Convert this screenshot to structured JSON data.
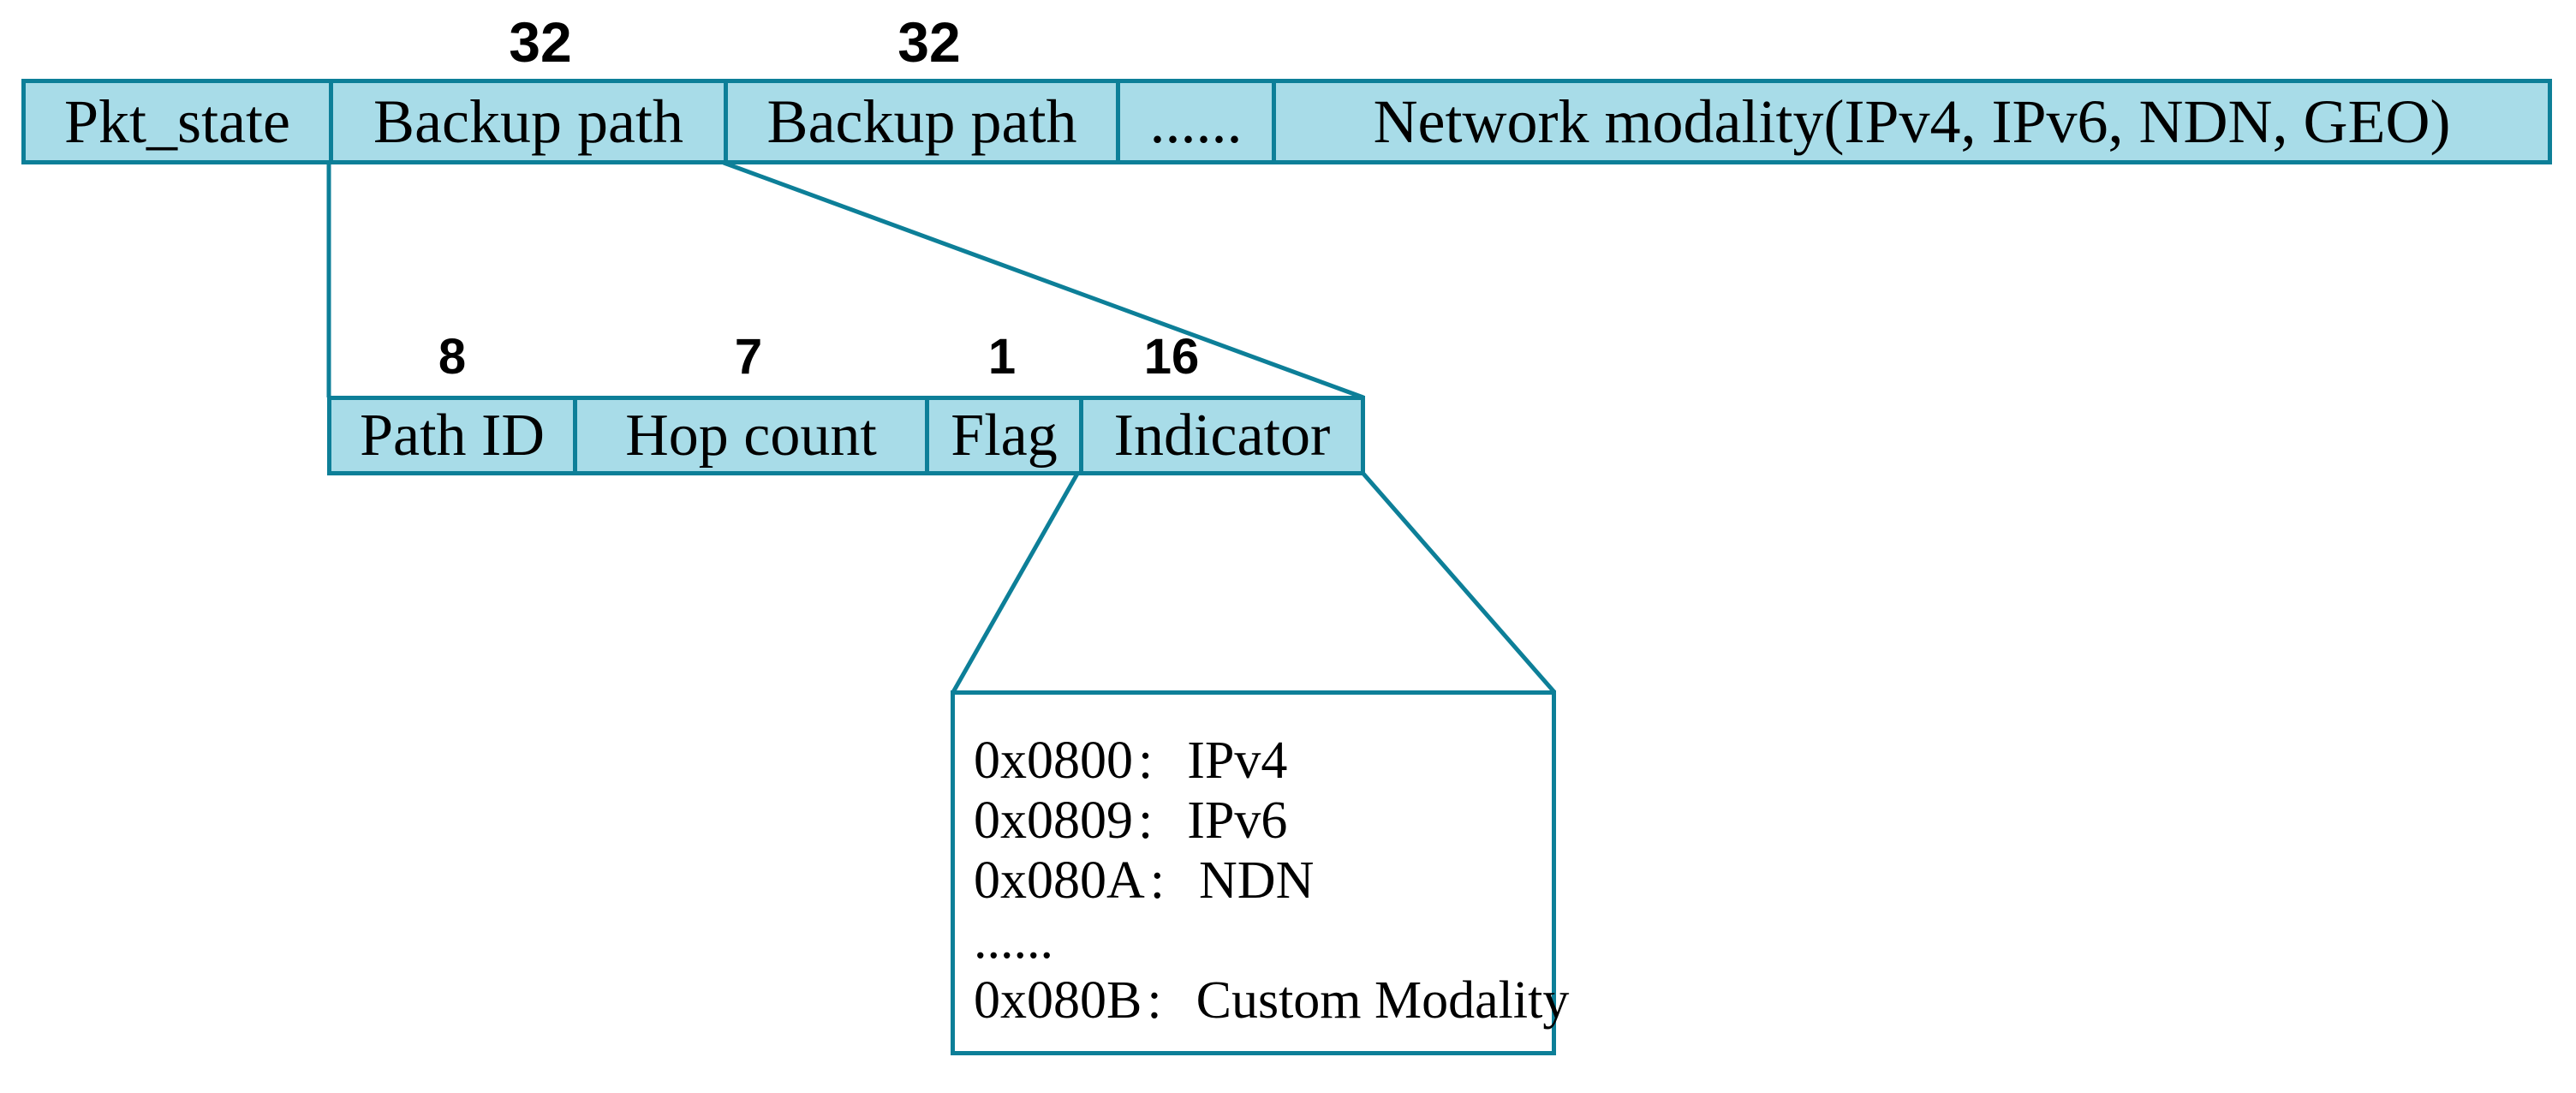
{
  "diagram": {
    "packet_row": {
      "cells": [
        {
          "label": "Pkt_state",
          "bits": ""
        },
        {
          "label": "Backup path",
          "bits": "32"
        },
        {
          "label": "Backup path",
          "bits": "32"
        },
        {
          "label": "......",
          "bits": ""
        },
        {
          "label": "Network modality(IPv4, IPv6, NDN, GEO)",
          "bits": ""
        }
      ]
    },
    "backup_path_row": {
      "cells": [
        {
          "label": "Path ID",
          "bits": "8"
        },
        {
          "label": "Hop count",
          "bits": "7"
        },
        {
          "label": "Flag",
          "bits": "1"
        },
        {
          "label": "Indicator",
          "bits": "16"
        }
      ]
    },
    "indicator_legend": {
      "entries": [
        {
          "code": "0x0800",
          "sep": ":",
          "name": "IPv4"
        },
        {
          "code": "0x0809",
          "sep": ":",
          "name": "IPv6"
        },
        {
          "code": "0x080A",
          "sep": ":",
          "name": "NDN"
        },
        {
          "code": "......",
          "sep": "",
          "name": ""
        },
        {
          "code": "0x080B",
          "sep": ":",
          "name": "Custom Modality"
        }
      ]
    },
    "colors": {
      "cell_fill": "#a8dce8",
      "border_teal": "#0d7f98",
      "text": "#000000"
    }
  }
}
